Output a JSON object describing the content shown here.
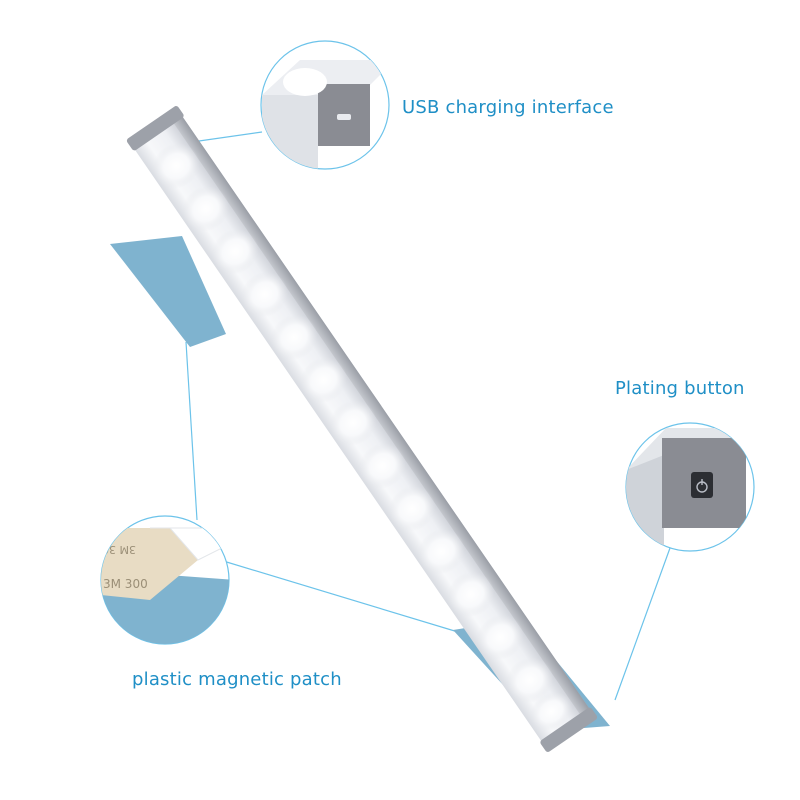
{
  "callouts": {
    "usb": {
      "label": "USB charging interface",
      "icon": "usb-port-icon"
    },
    "plating": {
      "label": "Plating button",
      "icon": "touch-power-icon"
    },
    "patch": {
      "label": "plastic magnetic patch",
      "icon": "adhesive-patch-icon"
    }
  },
  "tape_text": "3M 300",
  "colors": {
    "callout_line": "#6cc3ea",
    "label": "#1f8fc6",
    "patch": "#7fb3cf",
    "housing": "#8a8c93",
    "led": "#ffffff"
  }
}
